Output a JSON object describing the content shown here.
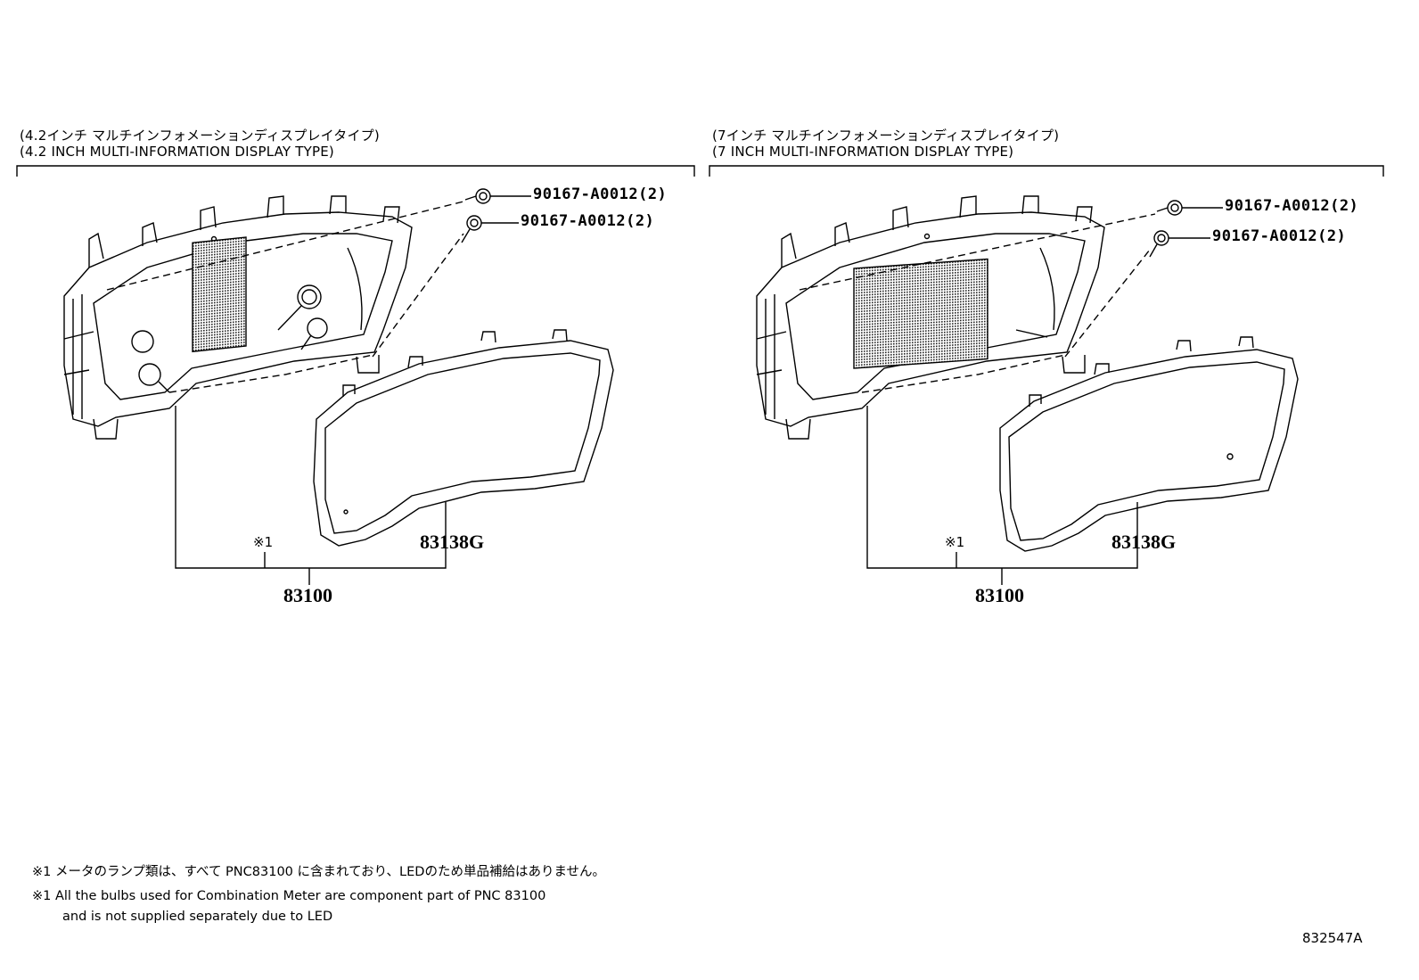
{
  "panels": [
    {
      "heading_ja": "(4.2インチ マルチインフォメーションディスプレイタイプ)",
      "heading_en": "(4.2 INCH MULTI-INFORMATION DISPLAY TYPE)",
      "bolt_upper": "90167-A0012(2)",
      "bolt_lower": "90167-A0012(2)",
      "cover_part": "83138G",
      "note_mark": "※1",
      "assembly_part": "83100"
    },
    {
      "heading_ja": "(7インチ マルチインフォメーションディスプレイタイプ)",
      "heading_en": "(7 INCH MULTI-INFORMATION DISPLAY TYPE)",
      "bolt_upper": "90167-A0012(2)",
      "bolt_lower": "90167-A0012(2)",
      "cover_part": "83138G",
      "note_mark": "※1",
      "assembly_part": "83100"
    }
  ],
  "notes": {
    "ja": "※1 メータのランプ類は、すべて PNC83100 に含まれており、LEDのため単品補給はありません。",
    "en_line1": "※1 All the bulbs used for Combination Meter are component part of PNC 83100",
    "en_line2": "and is not supplied separately due to LED"
  },
  "illustration_number": "832547A"
}
